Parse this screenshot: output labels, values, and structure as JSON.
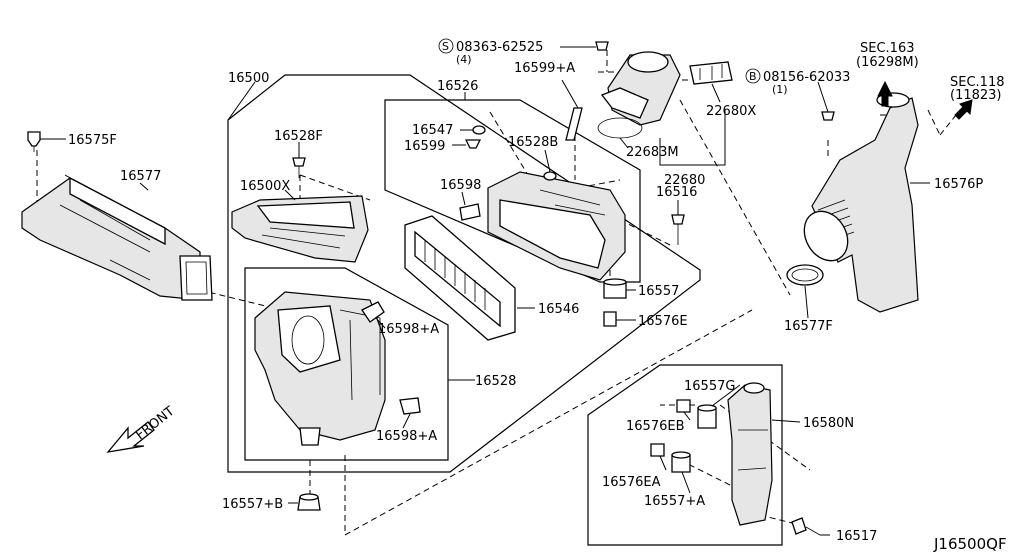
{
  "diagram_code": "J16500QF",
  "front_label": "FRONT",
  "callouts": {
    "p16575F": "16575F",
    "p16577": "16577",
    "p16500": "16500",
    "p16528F": "16528F",
    "p16500X": "16500X",
    "p16526": "16526",
    "p16547": "16547",
    "p16599": "16599",
    "p16528B": "16528B",
    "p16598": "16598",
    "p16546": "16546",
    "p16598A_top": "16598+A",
    "p16528": "16528",
    "p16598A_bot": "16598+A",
    "p16557B": "16557+B",
    "p16557": "16557",
    "p16576E": "16576E",
    "p16516": "16516",
    "p22680": "22680",
    "p22683M": "22683M",
    "p22680X": "22680X",
    "p16599A": "16599+A",
    "p16576P": "16576P",
    "p16577F": "16577F",
    "p16557G": "16557G",
    "p16576EB": "16576EB",
    "p16580N": "16580N",
    "p16576EA": "16576EA",
    "p16557A": "16557+A",
    "p16517": "16517"
  },
  "bolts": {
    "screw_code": "08363-62525",
    "screw_qty": "(4)",
    "screw_symbol": "S",
    "bolt_code": "08156-62033",
    "bolt_qty": "(1)",
    "bolt_symbol": "B"
  },
  "section_refs": {
    "sec163": "SEC.163",
    "sec163_sub": "(16298M)",
    "sec118": "SEC.118",
    "sec118_sub": "(11823)"
  }
}
